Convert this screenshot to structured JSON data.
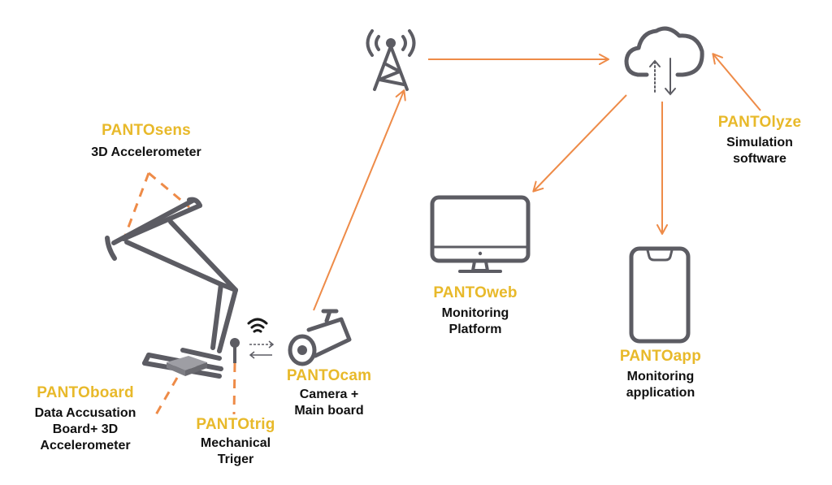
{
  "colors": {
    "brand": "#E8B92A",
    "arrow": "#EE8B48",
    "icon": "#5C5C63",
    "text": "#111111"
  },
  "components": {
    "pantosens": {
      "name": "PANTOsens",
      "lines": [
        "3D Accelerometer"
      ]
    },
    "pantoboard": {
      "name": "PANTOboard",
      "lines": [
        "Data Accusation",
        "Board+ 3D",
        "Accelerometer"
      ]
    },
    "pantotrig": {
      "name": "PANTOtrig",
      "lines": [
        "Mechanical",
        "Triger"
      ]
    },
    "pantocam": {
      "name": "PANTOcam",
      "lines": [
        "Camera +",
        "Main board"
      ]
    },
    "pantoweb": {
      "name": "PANTOweb",
      "lines": [
        "Monitoring",
        "Platform"
      ]
    },
    "pantoapp": {
      "name": "PANTOapp",
      "lines": [
        "Monitoring",
        "application"
      ]
    },
    "pantolyze": {
      "name": "PANTOlyze",
      "lines": [
        "Simulation",
        "software"
      ]
    }
  },
  "icons": [
    "pantograph-icon",
    "data-board-icon",
    "trigger-antenna-icon",
    "wifi-icon",
    "exchange-arrows-icon",
    "camera-icon",
    "cell-tower-icon",
    "cloud-icon",
    "monitor-icon",
    "smartphone-icon"
  ]
}
